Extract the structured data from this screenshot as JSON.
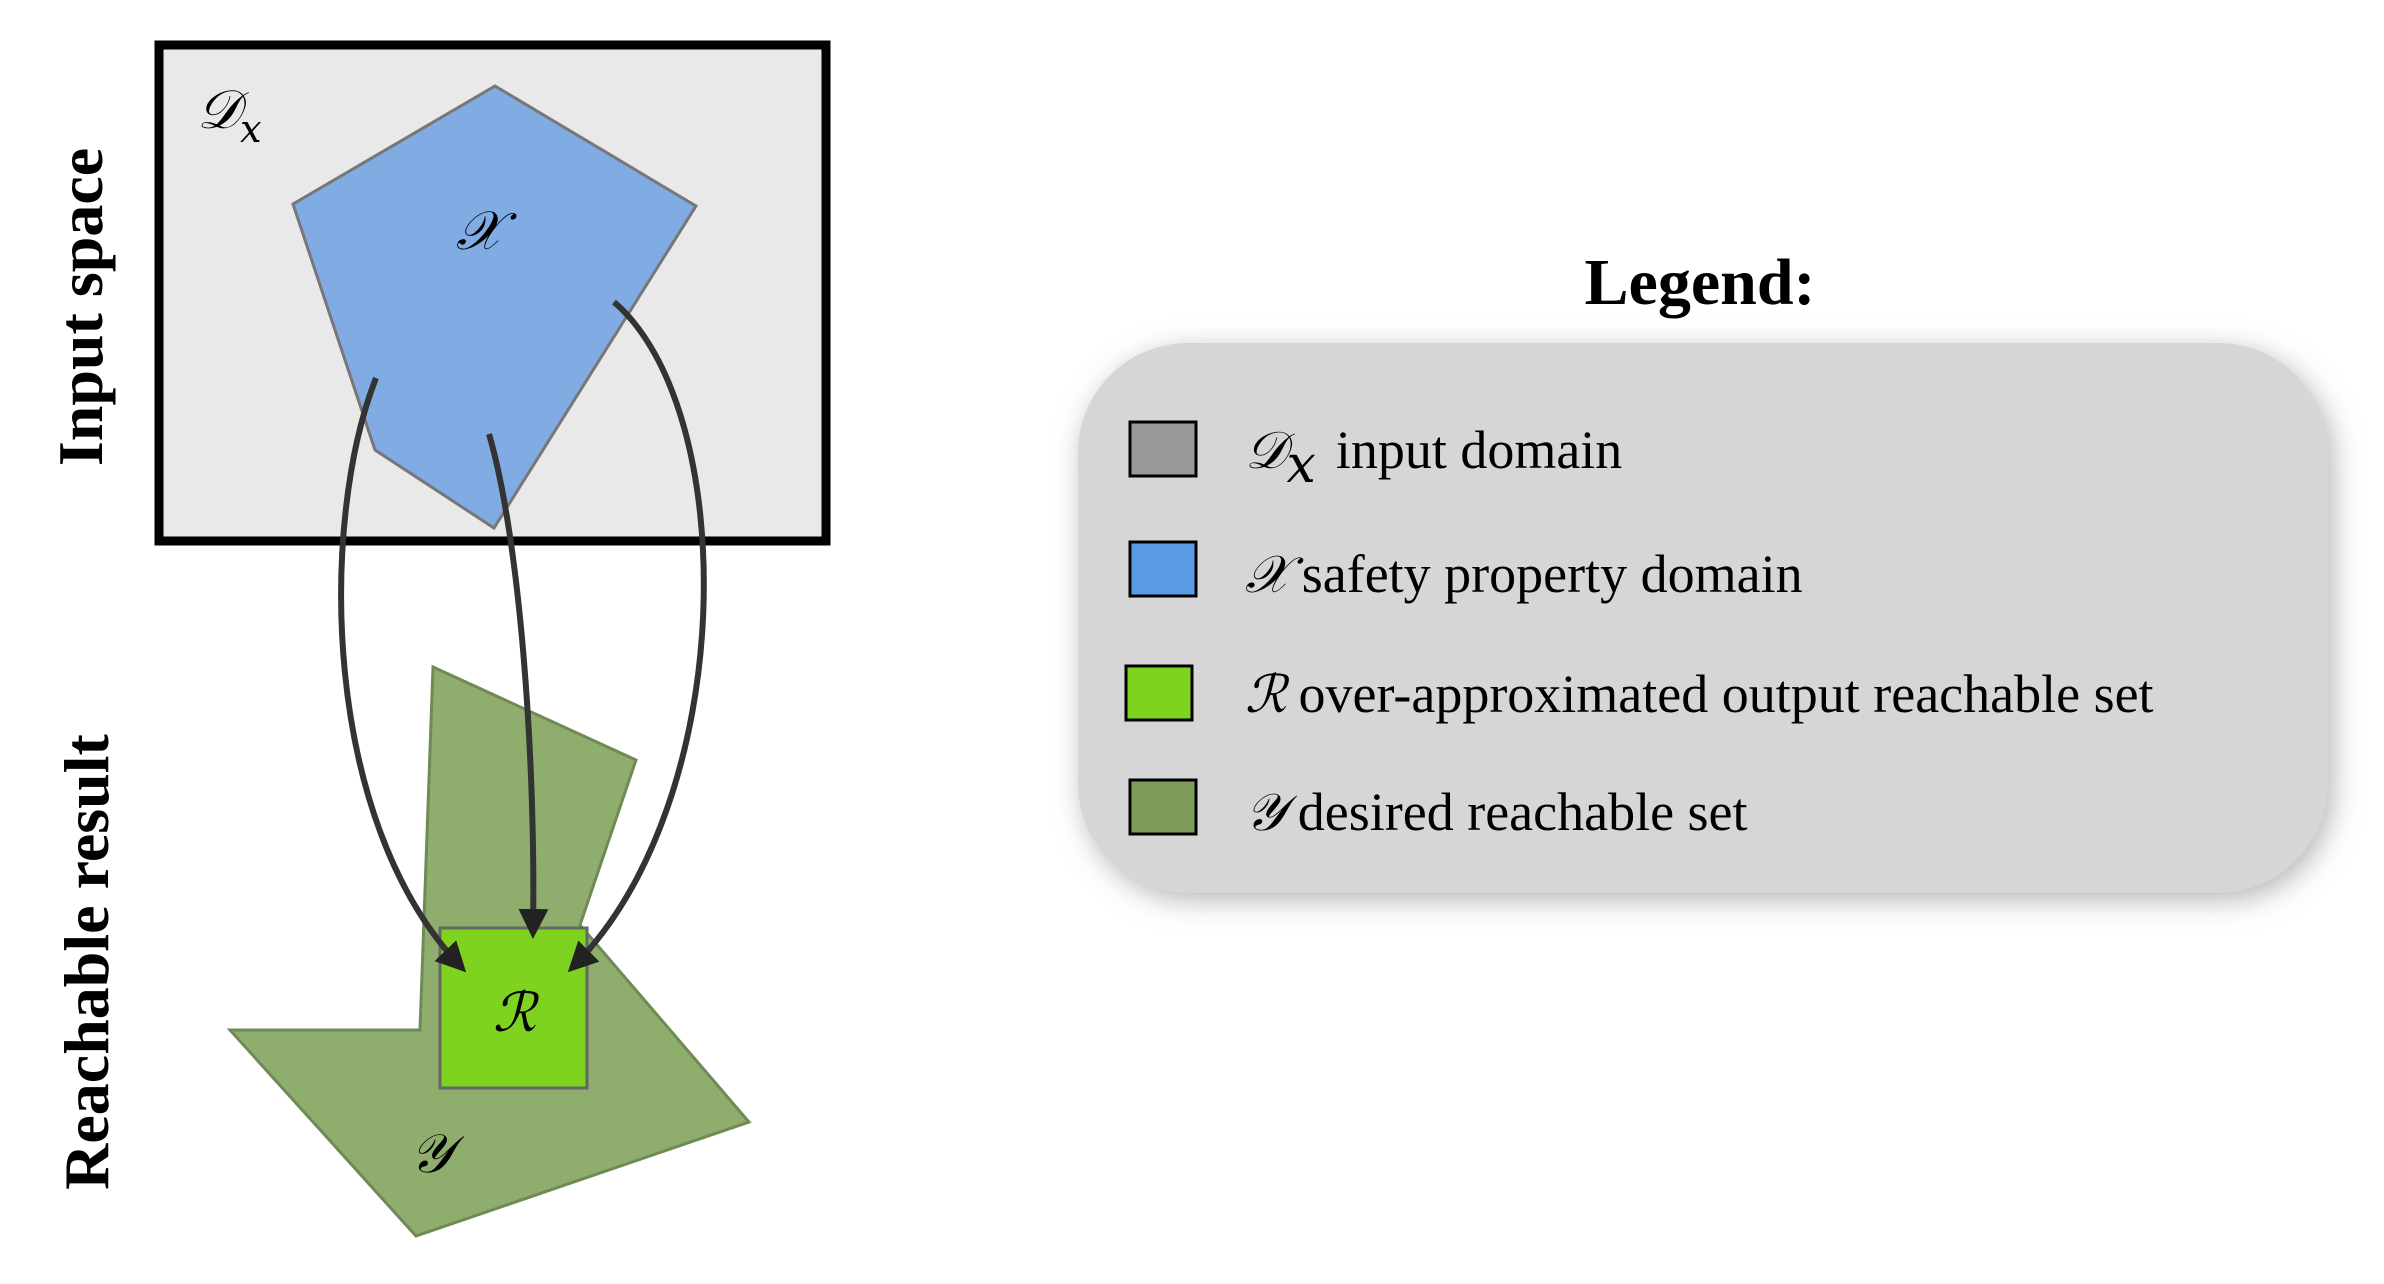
{
  "labels": {
    "input_space": "Input space",
    "reachable_result": "Reachable result",
    "domain": "𝒟",
    "domain_subscript": "x",
    "safety_set": "𝒳",
    "reach_set": "ℛ",
    "desired_set": "𝒴"
  },
  "legend": {
    "title": "Legend:",
    "items": [
      {
        "symbol": "𝒟",
        "subscript": "x",
        "text": "input domain",
        "color": "#999999"
      },
      {
        "symbol": "𝒳",
        "subscript": "",
        "text": "safety property domain",
        "color": "#5b9be6"
      },
      {
        "symbol": "ℛ",
        "subscript": "",
        "text": "over-approximated output reachable set",
        "color": "#7ed321"
      },
      {
        "symbol": "𝒴",
        "subscript": "",
        "text": "desired reachable set",
        "color": "#7e9d5a"
      }
    ]
  },
  "colors": {
    "domain_fill": "#e9e9e9",
    "domain_border": "#000000",
    "safety_fill": "#80ace3",
    "desired_fill": "#8fae6e",
    "reach_fill": "#7ed321",
    "arrow": "#333333",
    "legend_panel": "#d6d6d6"
  }
}
